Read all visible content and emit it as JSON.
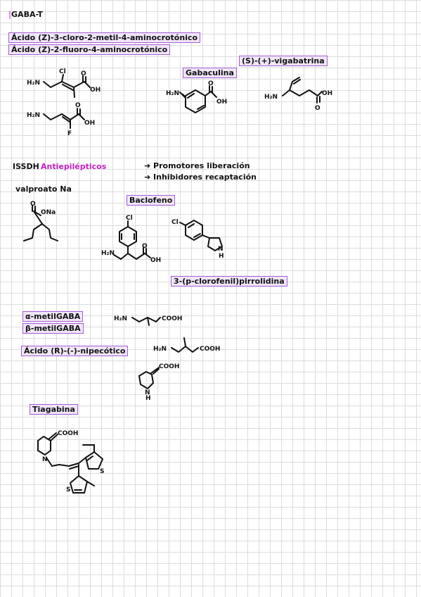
{
  "header": {
    "title": "GABA-T"
  },
  "labels": {
    "acid1": "Ácido (Z)-3-cloro-2-metil-4-aminocrotónico",
    "acid2": "Ácido (Z)-2-fluoro-4-aminocrotónico",
    "gabaculina": "Gabaculina",
    "vigabatrina": "(S)-(+)-vigabatrina",
    "issdh": "ISSDH",
    "antiepilepticos": "Antiepilépticos",
    "promotores": "Promotores liberación",
    "inhibidores": "Inhibidores recaptación",
    "valproato": "valproato Na",
    "baclofeno": "Baclofeno",
    "pirrolidina": "3-(p-clorofenil)pirrolidina",
    "ametil": "α-metilGABA",
    "bmetil": "β-metilGABA",
    "nipecotico": "Ácido (R)-(-)-nipecótico",
    "tiagabina": "Tiagabina"
  },
  "atoms": {
    "h2n": "H₂N",
    "oh": "OH",
    "o": "O",
    "cl": "Cl",
    "f": "F",
    "ona": "ONa",
    "cooh": "COOH",
    "n": "N",
    "h": "H",
    "s": "S"
  }
}
